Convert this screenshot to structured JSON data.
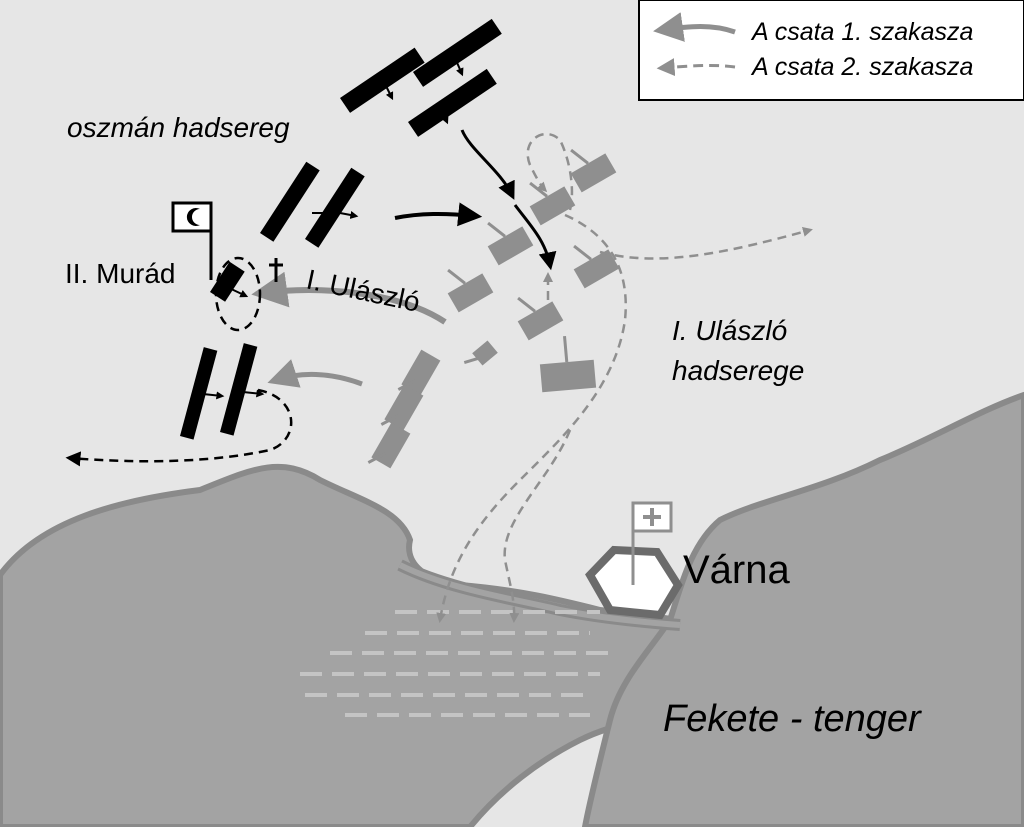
{
  "legend": {
    "phase1_label": "A csata 1. szakasza",
    "phase2_label": "A csata 2. szakasza"
  },
  "labels": {
    "ottoman_army": "oszmán hadsereg",
    "murad": "II. Murád",
    "ulaszlo": "I. Ulászló",
    "ulaszlo_army_line1": "I. Ulászló",
    "ulaszlo_army_line2": "hadserege",
    "varna": "Várna",
    "sea": "Fekete - tenger"
  },
  "icons": {
    "murad_flag": "crescent-flag-icon",
    "varna_flag": "cross-flag-icon",
    "death_mark": "cross-icon"
  },
  "colors": {
    "background": "#e6e6e6",
    "water": "#a3a3a3",
    "ottoman_units": "#000000",
    "christian_units": "#8f8f8f",
    "arrows_phase1": "#8f8f8f",
    "arrows_phase2": "#8f8f8f"
  }
}
